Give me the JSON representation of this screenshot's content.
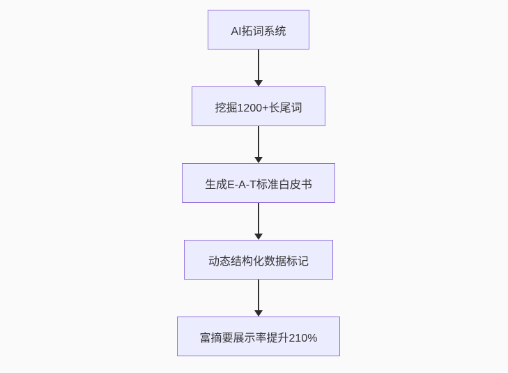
{
  "diagram": {
    "type": "flowchart",
    "direction": "top-down",
    "nodes": [
      {
        "id": "A",
        "label": "AI拓词系统"
      },
      {
        "id": "B",
        "label": "挖掘1200+长尾词"
      },
      {
        "id": "C",
        "label": "生成E-A-T标准白皮书"
      },
      {
        "id": "D",
        "label": "动态结构化数据标记"
      },
      {
        "id": "E",
        "label": "富摘要展示率提升210%"
      }
    ],
    "edges": [
      {
        "from": "A",
        "to": "B"
      },
      {
        "from": "B",
        "to": "C"
      },
      {
        "from": "C",
        "to": "D"
      },
      {
        "from": "D",
        "to": "E"
      }
    ],
    "colors": {
      "node_fill": "#ECECFF",
      "node_border": "#9370DB",
      "arrow": "#333333",
      "text": "#333333",
      "background": "#FAFAFA"
    }
  }
}
